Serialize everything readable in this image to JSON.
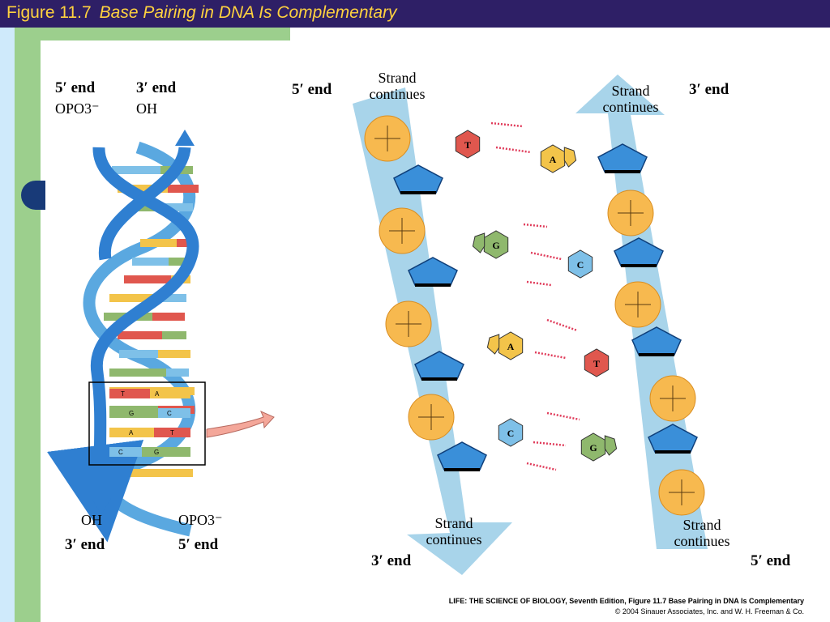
{
  "title": {
    "figure_number": "Figure 11.7",
    "figure_title": "Base Pairing in DNA Is Complementary"
  },
  "helix": {
    "top_left_end": "5′ end",
    "top_left_group": "OPO3⁻",
    "top_right_end": "3′ end",
    "top_right_group": "OH",
    "bottom_left_group": "OH",
    "bottom_left_end": "3′ end",
    "bottom_right_group": "OPO3⁻",
    "bottom_right_end": "5′ end",
    "highlight_pairs": [
      [
        "T",
        "A"
      ],
      [
        "G",
        "C"
      ],
      [
        "A",
        "T"
      ],
      [
        "C",
        "G"
      ]
    ]
  },
  "detail": {
    "left_top_end": "5′ end",
    "right_top_end": "3′ end",
    "left_bottom_end": "3′ end",
    "right_bottom_end": "5′ end",
    "strand_continues": "Strand continues",
    "pairs": [
      {
        "left_base": "T",
        "right_base": "A"
      },
      {
        "left_base": "G",
        "right_base": "C"
      },
      {
        "left_base": "A",
        "right_base": "T"
      },
      {
        "left_base": "C",
        "right_base": "G"
      }
    ]
  },
  "caption": {
    "line1": "LIFE: THE SCIENCE OF BIOLOGY, Seventh Edition, Figure 11.7 Base Pairing in DNA Is Complementary",
    "line2": "© 2004 Sinauer Associates, Inc. and W. H. Freeman & Co."
  },
  "colors": {
    "title_bg": "#2e1f66",
    "title_text": "#ffd23f",
    "green": "#9ccf8d",
    "T": "#e0574e",
    "A": "#f3c44a",
    "G": "#8fb86d",
    "C": "#7ec0e8",
    "phosphate": "#f7b94f",
    "sugar": "#3a8fd9",
    "strand": "#a8d4ea"
  }
}
